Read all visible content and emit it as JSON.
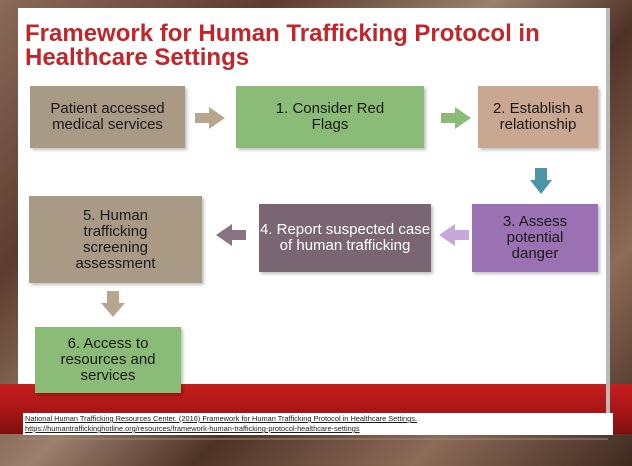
{
  "title": "Framework for Human Trafficking Protocol in Healthcare Settings",
  "boxes": {
    "b0": "Patient accessed medical services",
    "b1": "1. Consider Red Flags",
    "b2": "2. Establish a relationship",
    "b3": "3. Assess potential danger",
    "b4": "4. Report suspected case of human trafficking",
    "b5": "5. Human trafficking screening assessment",
    "b6": "6. Access to resources and services"
  },
  "citation": {
    "line1": "National Human Trafficking Resources Center. (2016) Framework for Human Trafficking Protocol in Healthcare Settings.",
    "line2": "https://humantraffickinghotline.org/resources/framework-human-trafficking-protocol-healthcare-settings"
  },
  "colors": {
    "title": "#c0262a",
    "tan": "#a89a84",
    "green": "#8bbc77",
    "brown": "#c9a791",
    "purple": "#9a71b2",
    "mauve": "#7a6672",
    "arrow_tan": "#b8a58e",
    "arrow_teal": "#4c95a8",
    "arrow_purple": "#c7a7dc",
    "arrow_mauve": "#8a7483",
    "band": "#c81e1e"
  }
}
